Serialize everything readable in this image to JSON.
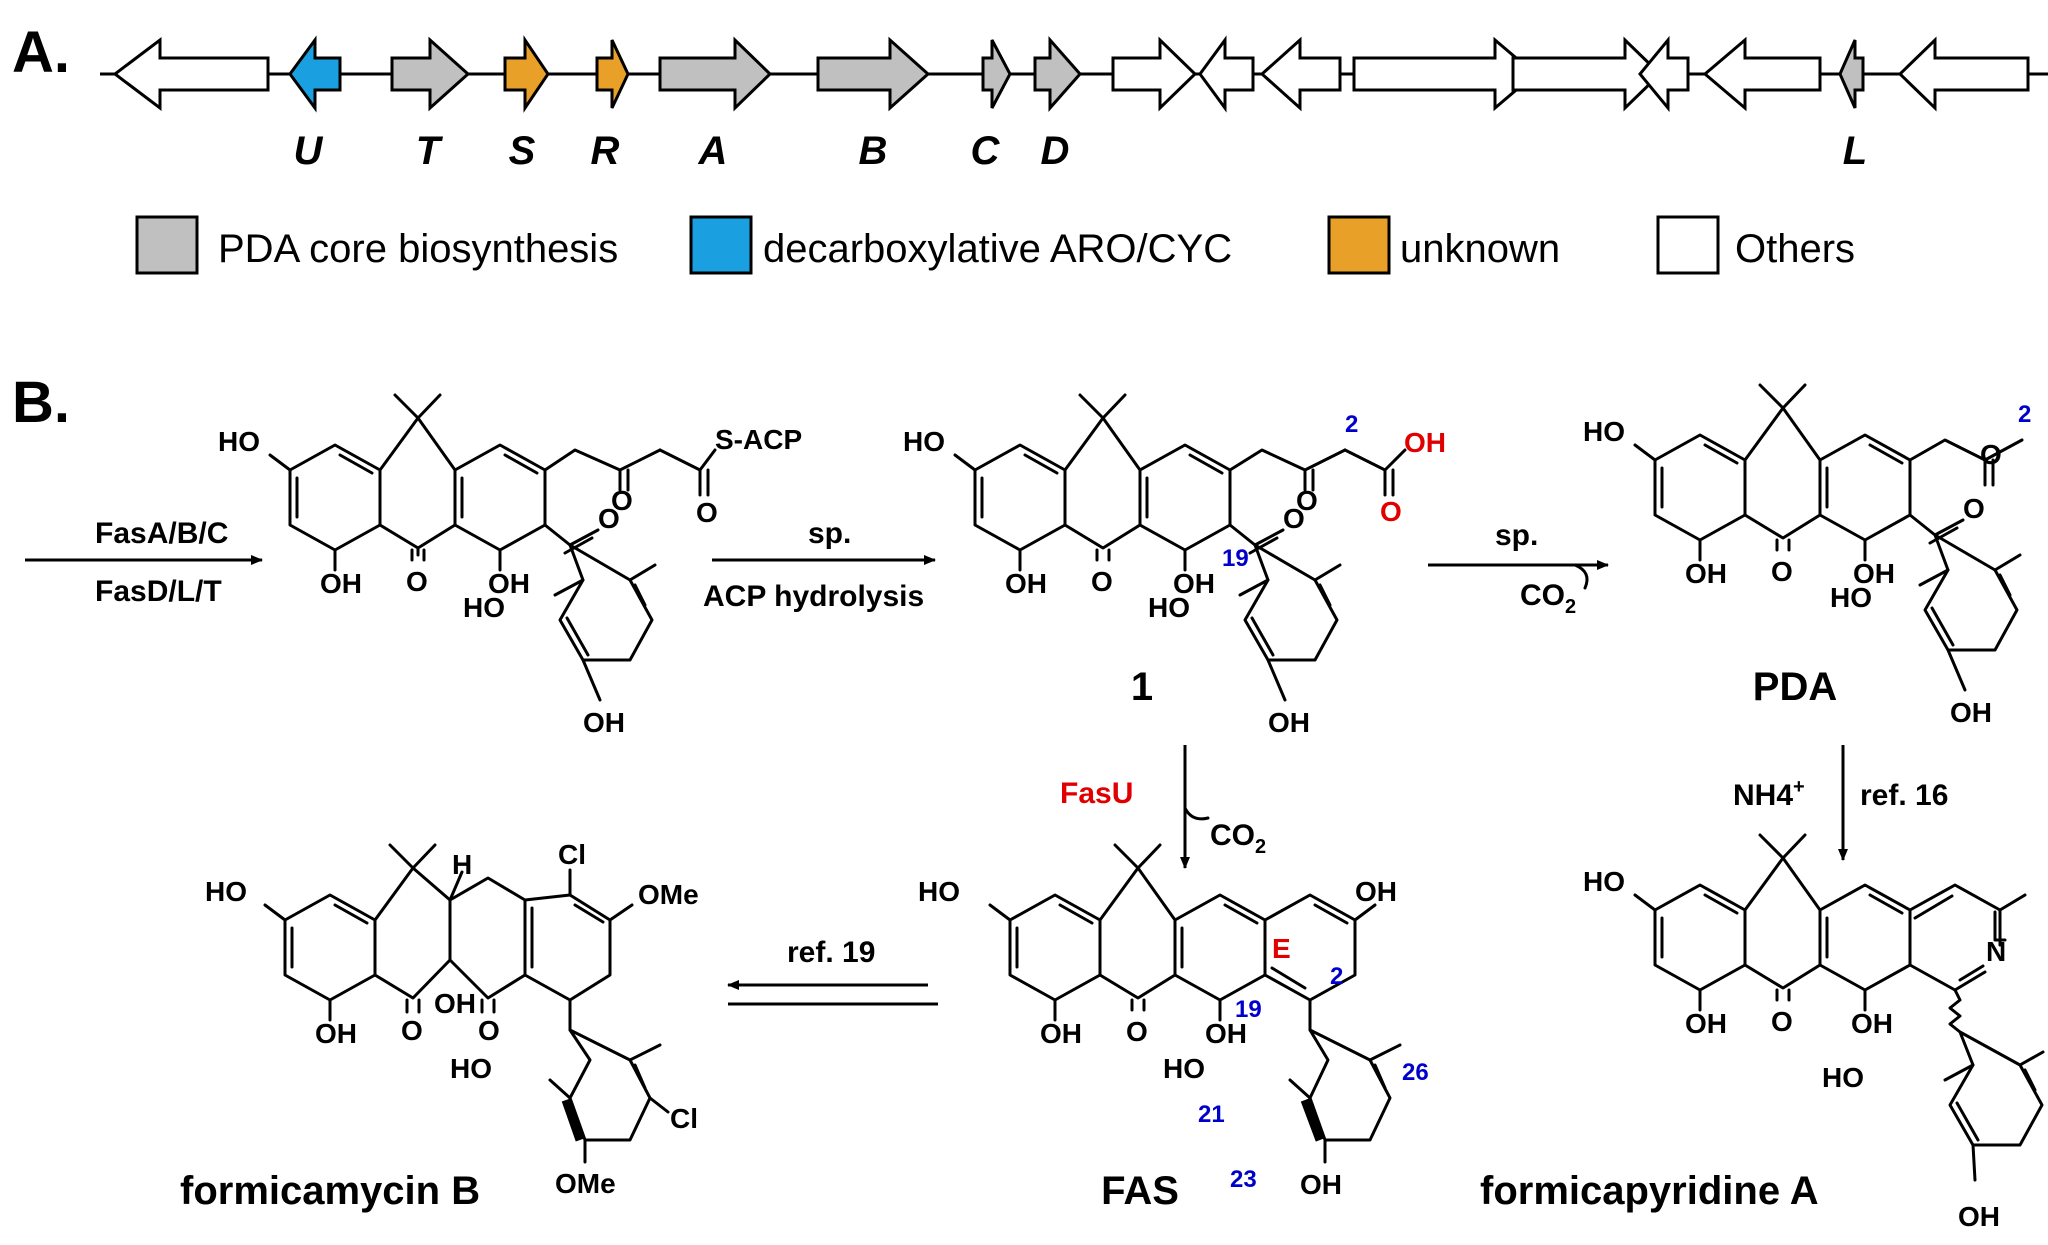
{
  "panel_a": {
    "label": "A.",
    "colors": {
      "core": "#c0c0c0",
      "decarboxylative": "#1aa0e0",
      "unknown": "#e8a028",
      "others": "#ffffff"
    },
    "gene_labels": [
      "U",
      "T",
      "S",
      "R",
      "A",
      "B",
      "C",
      "D",
      "L"
    ],
    "legend": {
      "core": "PDA core biosynthesis",
      "decarboxylative": "decarboxylative ARO/CYC",
      "unknown": "unknown",
      "others": "Others"
    }
  },
  "panel_b": {
    "label": "B.",
    "arrow_labels": {
      "enzymes_top": "FasA/B/C",
      "enzymes_bottom": "FasD/L/T",
      "sp1": "sp.",
      "acp": "ACP hydrolysis",
      "sp2": "sp.",
      "co2_a": "CO",
      "co2_a_sub": "2",
      "fasu": "FasU",
      "co2_b": "CO",
      "co2_b_sub": "2",
      "nh4": "NH4",
      "nh4_sup": "+",
      "ref16": "ref. 16",
      "ref19": "ref. 19"
    },
    "atoms": {
      "ho": "HO",
      "oh": "OH",
      "o": "O",
      "s_acp": "S-ACP",
      "cl": "Cl",
      "ome": "OMe",
      "h": "H",
      "n": "N"
    },
    "ring_letter": "E",
    "numbers": {
      "n2": "2",
      "n19": "19",
      "n21": "21",
      "n23": "23",
      "n26": "26"
    },
    "compounds": {
      "c1": "1",
      "pda": "PDA",
      "fas": "FAS",
      "formicamycin": "formicamycin B",
      "formicapyridine": "formicapyridine A"
    }
  }
}
